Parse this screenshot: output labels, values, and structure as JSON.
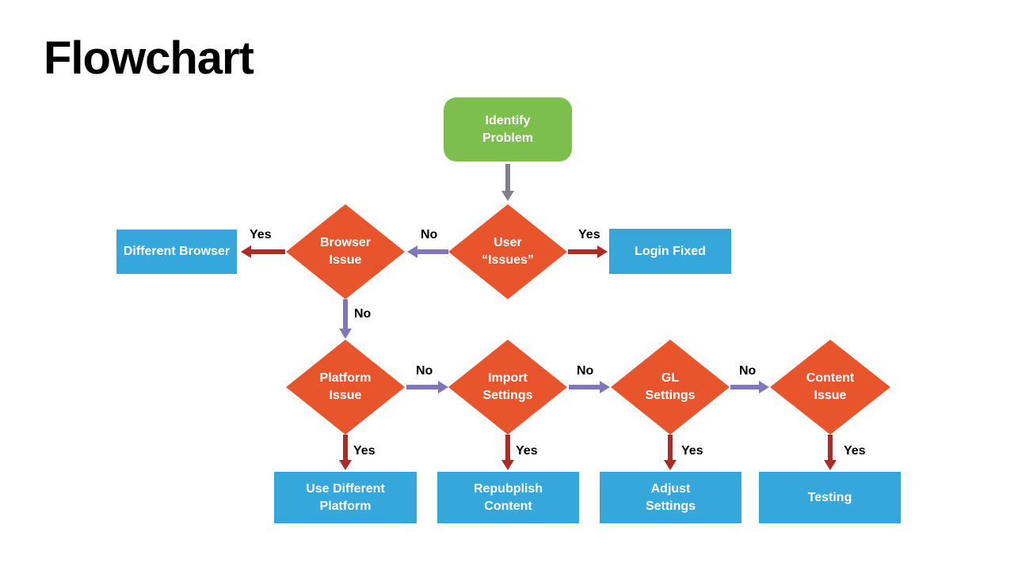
{
  "slide": {
    "title": "Flowchart"
  },
  "colors": {
    "background": "#FFFFFF",
    "title_text": "#000000",
    "node_green": "#7CBF4C",
    "node_orange": "#E8542C",
    "node_blue": "#35A7DB",
    "node_text": "#FFFFFF",
    "arrow_gray": "#7F8285",
    "arrow_purple": "#8177B8",
    "arrow_red": "#AC2B27",
    "label_text": "#000000"
  },
  "flowchart": {
    "nodes": {
      "identify_problem": {
        "shape": "rounded-rect",
        "label": "Identify\nProblem"
      },
      "user_issues": {
        "shape": "diamond",
        "label": "User\n“Issues”"
      },
      "browser_issue": {
        "shape": "diamond",
        "label": "Browser\nIssue"
      },
      "different_browser": {
        "shape": "rect",
        "label": "Different Browser"
      },
      "login_fixed": {
        "shape": "rect",
        "label": "Login Fixed"
      },
      "platform_issue": {
        "shape": "diamond",
        "label": "Platform\nIssue"
      },
      "import_settings": {
        "shape": "diamond",
        "label": "Import\nSettings"
      },
      "gl_settings": {
        "shape": "diamond",
        "label": "GL\nSettings"
      },
      "content_issue": {
        "shape": "diamond",
        "label": "Content\nIssue"
      },
      "use_different_platform": {
        "shape": "rect",
        "label": "Use Different\nPlatform"
      },
      "republish_content": {
        "shape": "rect",
        "label": "Repubplish\nContent"
      },
      "adjust_settings": {
        "shape": "rect",
        "label": "Adjust\nSettings"
      },
      "testing": {
        "shape": "rect",
        "label": "Testing"
      }
    },
    "edges": {
      "browser_to_different_browser": {
        "label": "Yes"
      },
      "user_to_browser": {
        "label": "No"
      },
      "user_to_login_fixed": {
        "label": "Yes"
      },
      "browser_to_platform": {
        "label": "No"
      },
      "platform_to_import": {
        "label": "No"
      },
      "import_to_gl": {
        "label": "No"
      },
      "gl_to_content": {
        "label": "No"
      },
      "platform_to_use_different_platform": {
        "label": "Yes"
      },
      "import_to_republish_content": {
        "label": "Yes"
      },
      "gl_to_adjust_settings": {
        "label": "Yes"
      },
      "content_to_testing": {
        "label": "Yes"
      }
    }
  }
}
